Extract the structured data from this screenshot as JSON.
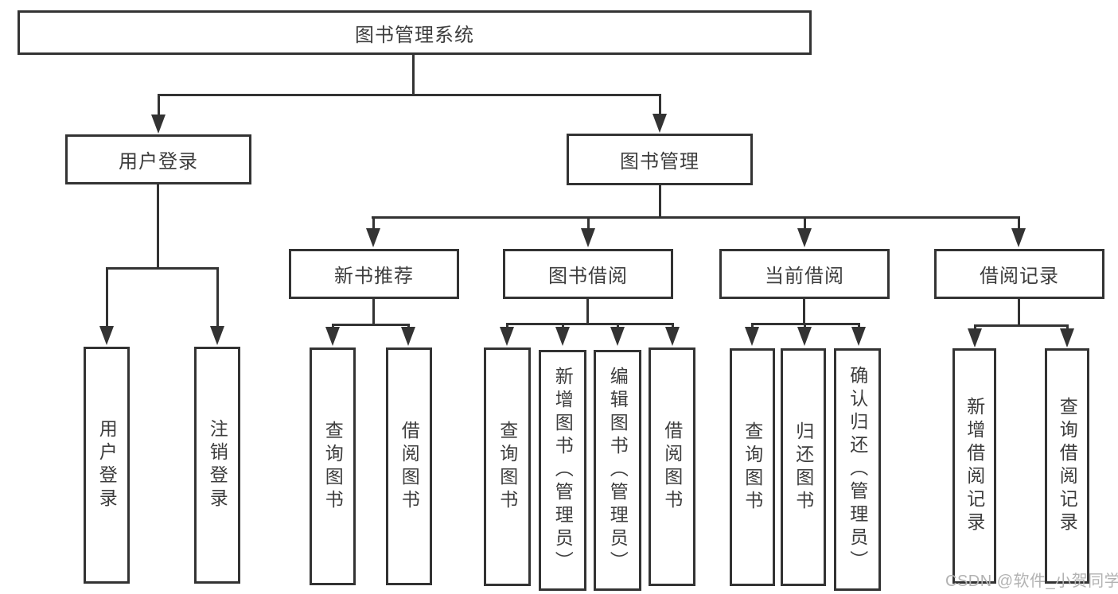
{
  "diagram_title": "图书管理系统",
  "tree": {
    "label": "图书管理系统",
    "children": [
      {
        "label": "用户登录",
        "children": [
          {
            "label": "用户登录"
          },
          {
            "label": "注销登录"
          }
        ]
      },
      {
        "label": "图书管理",
        "children": [
          {
            "label": "新书推荐",
            "children": [
              {
                "label": "查询图书"
              },
              {
                "label": "借阅图书"
              }
            ]
          },
          {
            "label": "图书借阅",
            "children": [
              {
                "label": "查询图书"
              },
              {
                "label": "新增图书（管理员）"
              },
              {
                "label": "编辑图书（管理员）"
              },
              {
                "label": "借阅图书"
              }
            ]
          },
          {
            "label": "当前借阅",
            "children": [
              {
                "label": "查询图书"
              },
              {
                "label": "归还图书"
              },
              {
                "label": "确认归还（管理员）"
              }
            ]
          },
          {
            "label": "借阅记录",
            "children": [
              {
                "label": "新增借阅记录"
              },
              {
                "label": "查询借阅记录"
              }
            ]
          }
        ]
      }
    ]
  },
  "watermark": {
    "text": "CSDN @软件_小贺同学"
  },
  "colors": {
    "line": "#333333",
    "text": "#3d3d3d",
    "watermark": "#b2b2b2",
    "background": "#ffffff"
  }
}
